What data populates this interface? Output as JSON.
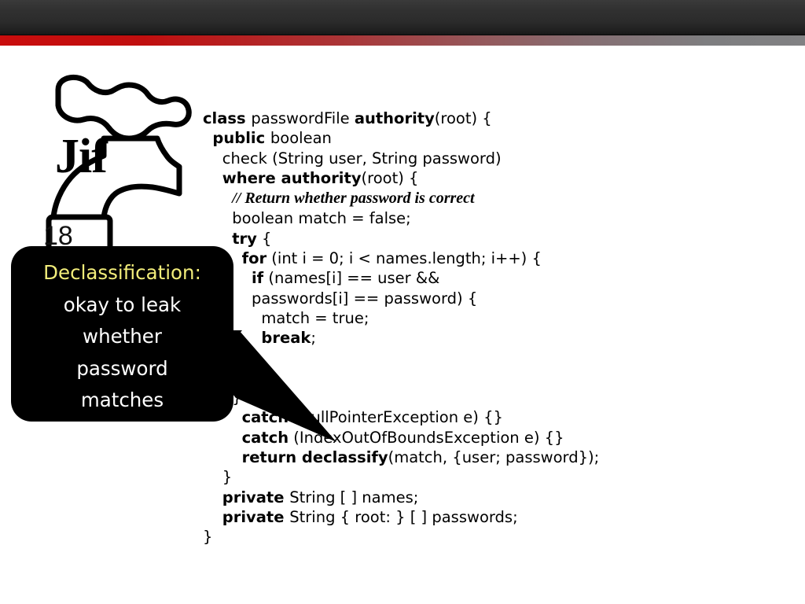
{
  "header": {
    "accent_color": "#c90d0d",
    "bar_color": "#2b2b2b"
  },
  "logo": {
    "wordmark": "Jif",
    "icon": "faucet-icon"
  },
  "slide": {
    "number": "18"
  },
  "callout": {
    "title": "Declassification:",
    "title_color": "#f2ed7a",
    "body_color": "#ffffff",
    "background": "#000000",
    "lines": [
      "okay to leak",
      "whether",
      "password",
      "matches"
    ]
  },
  "code": {
    "language": "Jif",
    "lines": [
      {
        "indent": 0,
        "parts": [
          {
            "t": "class ",
            "b": true
          },
          {
            "t": "passwordFile ",
            "b": false
          },
          {
            "t": "authority",
            "b": true
          },
          {
            "t": "(root) {",
            "b": false
          }
        ]
      },
      {
        "indent": 1,
        "parts": [
          {
            "t": "public ",
            "b": true
          },
          {
            "t": "boolean",
            "b": false
          }
        ]
      },
      {
        "indent": 2,
        "parts": [
          {
            "t": "check (String user, String password)",
            "b": false
          }
        ]
      },
      {
        "indent": 2,
        "parts": [
          {
            "t": "where authority",
            "b": true
          },
          {
            "t": "(root) {",
            "b": false
          }
        ]
      },
      {
        "indent": 3,
        "comment": true,
        "parts": [
          {
            "t": "// Return whether password is correct",
            "b": false
          }
        ]
      },
      {
        "indent": 3,
        "parts": [
          {
            "t": "boolean match = false;",
            "b": false
          }
        ]
      },
      {
        "indent": 3,
        "parts": [
          {
            "t": "try",
            "b": true
          },
          {
            "t": " {",
            "b": false
          }
        ]
      },
      {
        "indent": 4,
        "parts": [
          {
            "t": "for",
            "b": true
          },
          {
            "t": " (int i = 0; i < names.length; i++) {",
            "b": false
          }
        ]
      },
      {
        "indent": 5,
        "parts": [
          {
            "t": "if",
            "b": true
          },
          {
            "t": " (names[i] == user &&",
            "b": false
          }
        ]
      },
      {
        "indent": 5,
        "parts": [
          {
            "t": "passwords[i] == password) {",
            "b": false
          }
        ]
      },
      {
        "indent": 6,
        "parts": [
          {
            "t": "match = true;",
            "b": false
          }
        ]
      },
      {
        "indent": 6,
        "parts": [
          {
            "t": "break",
            "b": true
          },
          {
            "t": ";",
            "b": false
          }
        ]
      },
      {
        "indent": 5,
        "parts": [
          {
            "t": "}",
            "b": false
          }
        ]
      },
      {
        "indent": 4,
        "parts": [
          {
            "t": "}",
            "b": false
          }
        ]
      },
      {
        "indent": 3,
        "parts": [
          {
            "t": "}",
            "b": false
          }
        ]
      },
      {
        "indent": 4,
        "parts": [
          {
            "t": "catch",
            "b": true
          },
          {
            "t": " (NullPointerException e) {}",
            "b": false
          }
        ]
      },
      {
        "indent": 4,
        "parts": [
          {
            "t": "catch",
            "b": true
          },
          {
            "t": " (IndexOutOfBoundsException e) {}",
            "b": false
          }
        ]
      },
      {
        "indent": 4,
        "parts": [
          {
            "t": "return declassify",
            "b": true
          },
          {
            "t": "(match, {user; password});",
            "b": false
          }
        ]
      },
      {
        "indent": 2,
        "parts": [
          {
            "t": "}",
            "b": false
          }
        ]
      },
      {
        "indent": 2,
        "parts": [
          {
            "t": "private ",
            "b": true
          },
          {
            "t": "String [ ] names;",
            "b": false
          }
        ]
      },
      {
        "indent": 2,
        "parts": [
          {
            "t": "private ",
            "b": true
          },
          {
            "t": "String { root: } [ ] passwords;",
            "b": false
          }
        ]
      },
      {
        "indent": 0,
        "parts": [
          {
            "t": "}",
            "b": false
          }
        ]
      }
    ]
  }
}
